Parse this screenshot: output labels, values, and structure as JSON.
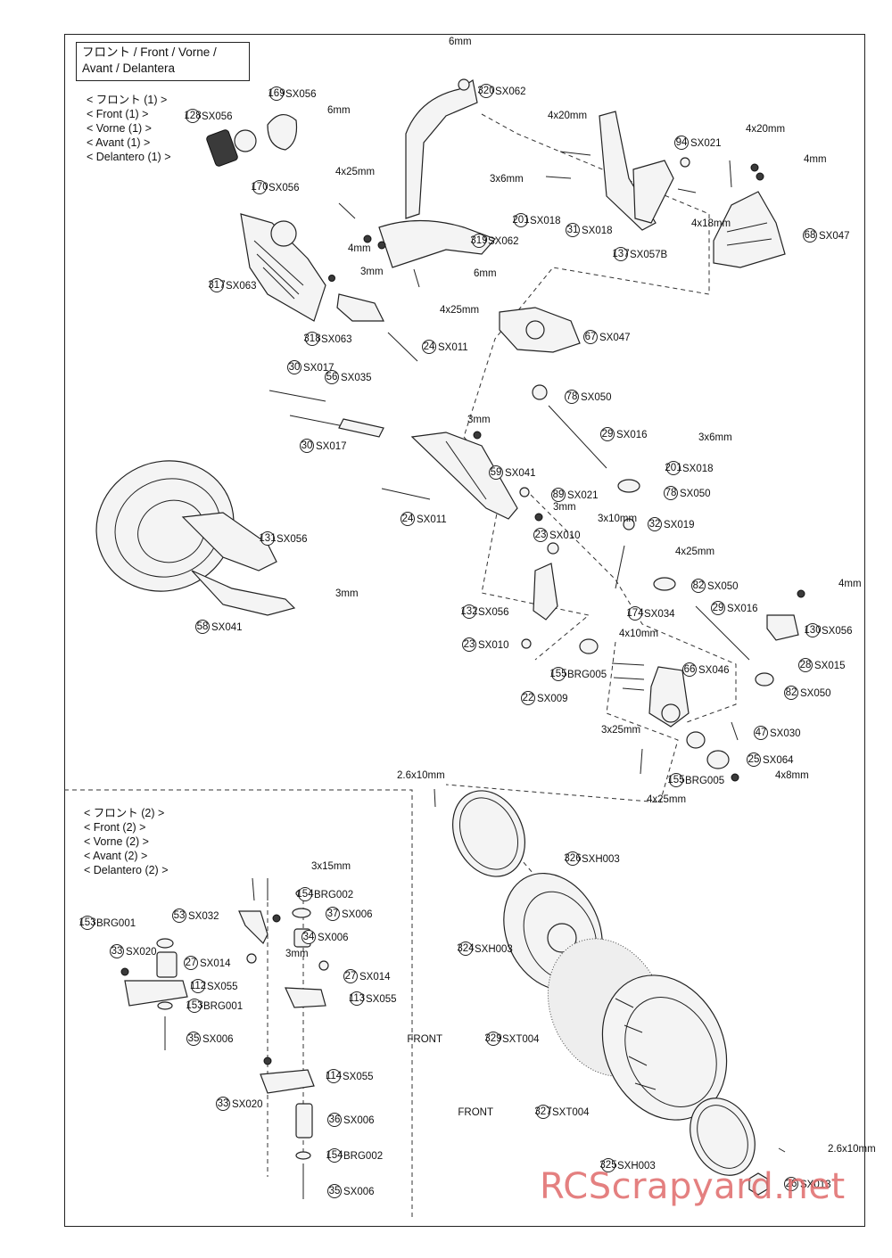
{
  "header": {
    "line1": "フロント / Front / Vorne /",
    "line2": "Avant / Delantera"
  },
  "section1": [
    "< フロント (1) >",
    "< Front (1) >",
    "< Vorne (1) >",
    "< Avant (1) >",
    "< Delantero (1) >"
  ],
  "section2": [
    "< フロント (2) >",
    "< Front (2) >",
    "< Vorne (2) >",
    "< Avant (2) >",
    "< Delantero (2) >"
  ],
  "callouts": [
    {
      "num": "320",
      "code": "SX062"
    },
    {
      "num": "169",
      "code": "SX056"
    },
    {
      "num": "128",
      "code": "SX056"
    },
    {
      "num": "170",
      "code": "SX056"
    },
    {
      "num": "94",
      "code": "SX021"
    },
    {
      "num": "201",
      "code": "SX018"
    },
    {
      "num": "31",
      "code": "SX018"
    },
    {
      "num": "319",
      "code": "SX062"
    },
    {
      "num": "137",
      "code": "SX057B"
    },
    {
      "num": "68",
      "code": "SX047"
    },
    {
      "num": "317",
      "code": "SX063"
    },
    {
      "num": "318",
      "code": "SX063"
    },
    {
      "num": "24",
      "code": "SX011"
    },
    {
      "num": "67",
      "code": "SX047"
    },
    {
      "num": "30",
      "code": "SX017"
    },
    {
      "num": "56",
      "code": "SX035"
    },
    {
      "num": "30",
      "code": "SX017"
    },
    {
      "num": "78",
      "code": "SX050"
    },
    {
      "num": "29",
      "code": "SX016"
    },
    {
      "num": "201",
      "code": "SX018"
    },
    {
      "num": "59",
      "code": "SX041"
    },
    {
      "num": "89",
      "code": "SX021"
    },
    {
      "num": "78",
      "code": "SX050"
    },
    {
      "num": "24",
      "code": "SX011"
    },
    {
      "num": "32",
      "code": "SX019"
    },
    {
      "num": "131",
      "code": "SX056"
    },
    {
      "num": "23",
      "code": "SX010"
    },
    {
      "num": "82",
      "code": "SX050"
    },
    {
      "num": "132",
      "code": "SX056"
    },
    {
      "num": "174",
      "code": "SX034"
    },
    {
      "num": "29",
      "code": "SX016"
    },
    {
      "num": "130",
      "code": "SX056"
    },
    {
      "num": "58",
      "code": "SX041"
    },
    {
      "num": "23",
      "code": "SX010"
    },
    {
      "num": "66",
      "code": "SX046"
    },
    {
      "num": "28",
      "code": "SX015"
    },
    {
      "num": "155",
      "code": "BRG005"
    },
    {
      "num": "82",
      "code": "SX050"
    },
    {
      "num": "22",
      "code": "SX009"
    },
    {
      "num": "47",
      "code": "SX030"
    },
    {
      "num": "25",
      "code": "SX064"
    },
    {
      "num": "155",
      "code": "BRG005"
    },
    {
      "num": "326",
      "code": "SXH003"
    },
    {
      "num": "324",
      "code": "SXH003"
    },
    {
      "num": "329",
      "code": "SXT004"
    },
    {
      "num": "327",
      "code": "SXT004"
    },
    {
      "num": "325",
      "code": "SXH003"
    },
    {
      "num": "26",
      "code": "SX013"
    },
    {
      "num": "154",
      "code": "BRG002"
    },
    {
      "num": "153",
      "code": "BRG001"
    },
    {
      "num": "53",
      "code": "SX032"
    },
    {
      "num": "37",
      "code": "SX006"
    },
    {
      "num": "34",
      "code": "SX006"
    },
    {
      "num": "33",
      "code": "SX020"
    },
    {
      "num": "27",
      "code": "SX014"
    },
    {
      "num": "27",
      "code": "SX014"
    },
    {
      "num": "112",
      "code": "SX055"
    },
    {
      "num": "113",
      "code": "SX055"
    },
    {
      "num": "153",
      "code": "BRG001"
    },
    {
      "num": "35",
      "code": "SX006"
    },
    {
      "num": "114",
      "code": "SX055"
    },
    {
      "num": "33",
      "code": "SX020"
    },
    {
      "num": "36",
      "code": "SX006"
    },
    {
      "num": "154",
      "code": "BRG002"
    },
    {
      "num": "35",
      "code": "SX006"
    }
  ],
  "sizes": [
    "6mm",
    "6mm",
    "4x20mm",
    "4x20mm",
    "4mm",
    "3x6mm",
    "4x18mm",
    "4x25mm",
    "4mm",
    "3mm",
    "6mm",
    "4x25mm",
    "3mm",
    "3x6mm",
    "3mm",
    "3x10mm",
    "4x25mm",
    "4mm",
    "4x10mm",
    "3mm",
    "3x25mm",
    "4x8mm",
    "4x25mm",
    "2.6x10mm",
    "2.6x10mm",
    "3x15mm",
    "3mm"
  ],
  "front_labels": [
    "FRONT",
    "FRONT"
  ],
  "watermark": "RCScrapyard.net"
}
